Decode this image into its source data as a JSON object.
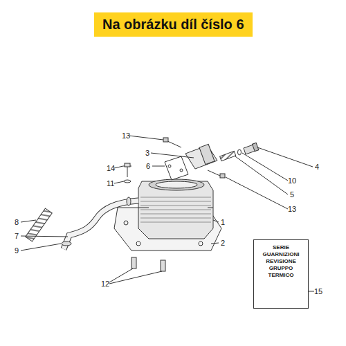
{
  "diagram": {
    "nodes": [
      {
        "text": [
          "Na obrázku díl číslo 6"
        ]
      },
      {
        "text": [
          "SERIE GUARNIZIONI REVISIONE GRUPPO TERMICO"
        ]
      }
    ],
    "labels": [
      "13",
      "3",
      "6",
      "4",
      "14",
      "10",
      "11",
      "5",
      "13",
      "8",
      "1",
      "7",
      "2",
      "9",
      "12",
      "15"
    ]
  }
}
